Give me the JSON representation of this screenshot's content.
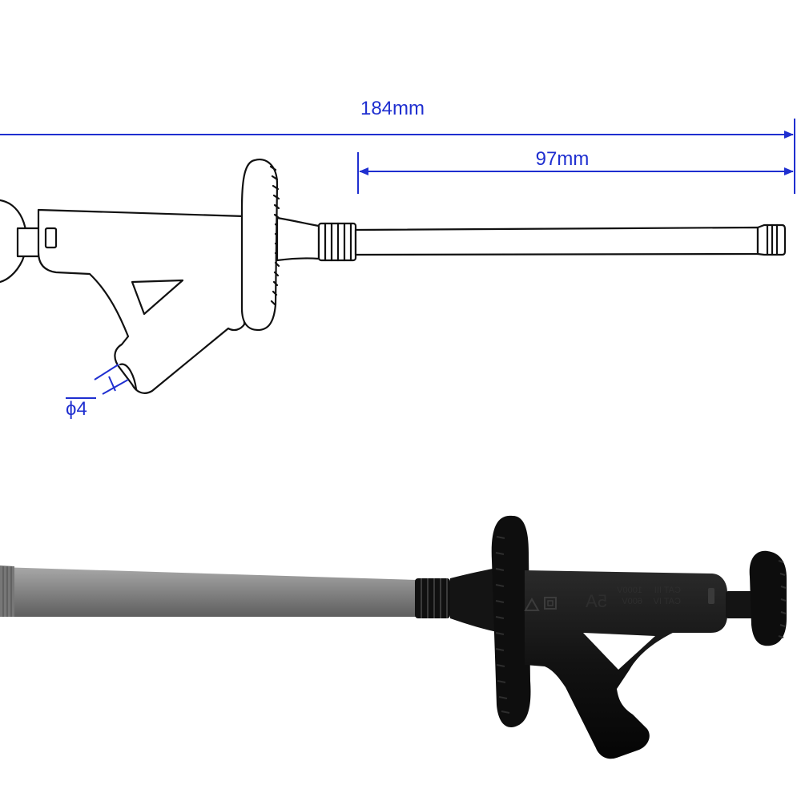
{
  "dimensions": {
    "overall_length": "184mm",
    "tip_length": "97mm",
    "socket_diameter": "ϕ4"
  },
  "product_markings": {
    "current_rating": "5A",
    "voltage_lines": [
      "1000V",
      "600V"
    ],
    "category_lines": [
      "CAT III",
      "CAT IV"
    ]
  },
  "colors": {
    "dimension": "#1f2fd0",
    "outline": "#111111",
    "probe_body": "#151515",
    "cable": "#8a8a8a"
  }
}
